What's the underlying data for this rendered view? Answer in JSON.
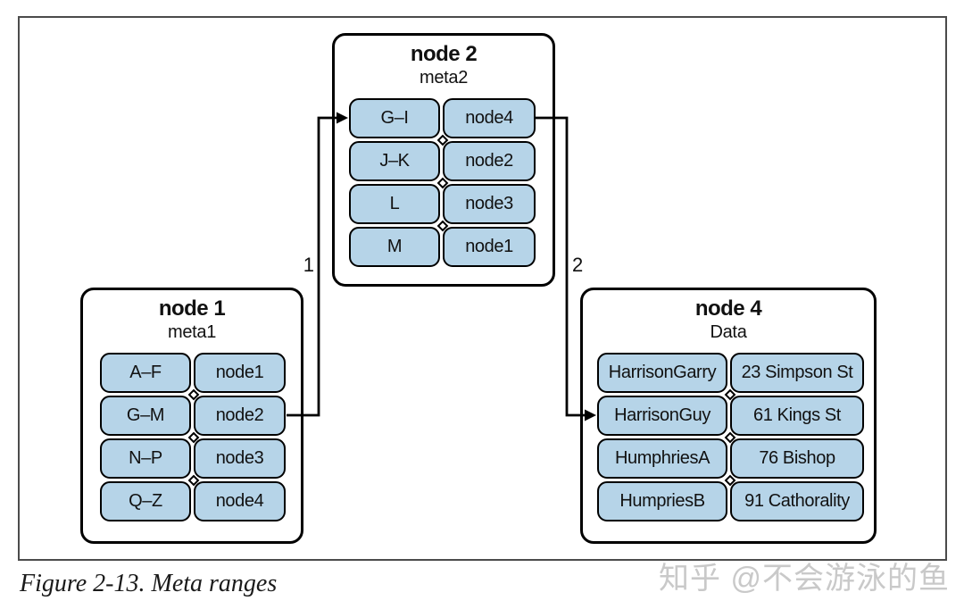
{
  "figure": {
    "caption": "Figure 2-13. Meta ranges",
    "watermark": "知乎 @不会游泳的鱼"
  },
  "colors": {
    "pill_fill": "#b6d4e8",
    "node_border": "#000000",
    "frame_border": "#4b4b4b",
    "watermark_gray": "#c9c9c9"
  },
  "nodes": {
    "node2": {
      "title": "node 2",
      "subtitle": "meta2",
      "rows": [
        {
          "key": "G–I",
          "value": "node4"
        },
        {
          "key": "J–K",
          "value": "node2"
        },
        {
          "key": "L",
          "value": "node3"
        },
        {
          "key": "M",
          "value": "node1"
        }
      ]
    },
    "node1": {
      "title": "node 1",
      "subtitle": "meta1",
      "rows": [
        {
          "key": "A–F",
          "value": "node1"
        },
        {
          "key": "G–M",
          "value": "node2"
        },
        {
          "key": "N–P",
          "value": "node3"
        },
        {
          "key": "Q–Z",
          "value": "node4"
        }
      ]
    },
    "node4": {
      "title": "node 4",
      "subtitle": "Data",
      "rows": [
        {
          "key": "HarrisonGarry",
          "value": "23 Simpson St"
        },
        {
          "key": "HarrisonGuy",
          "value": "61 Kings St"
        },
        {
          "key": "HumphriesA",
          "value": "76 Bishop"
        },
        {
          "key": "HumpriesB",
          "value": "91 Cathorality"
        }
      ]
    }
  },
  "arrows": [
    {
      "label": "1",
      "from": "node1 G–M pointer",
      "to": "node2 G–I range"
    },
    {
      "label": "2",
      "from": "node2 G–I pointer",
      "to": "node4 HarrisonGuy row"
    }
  ]
}
